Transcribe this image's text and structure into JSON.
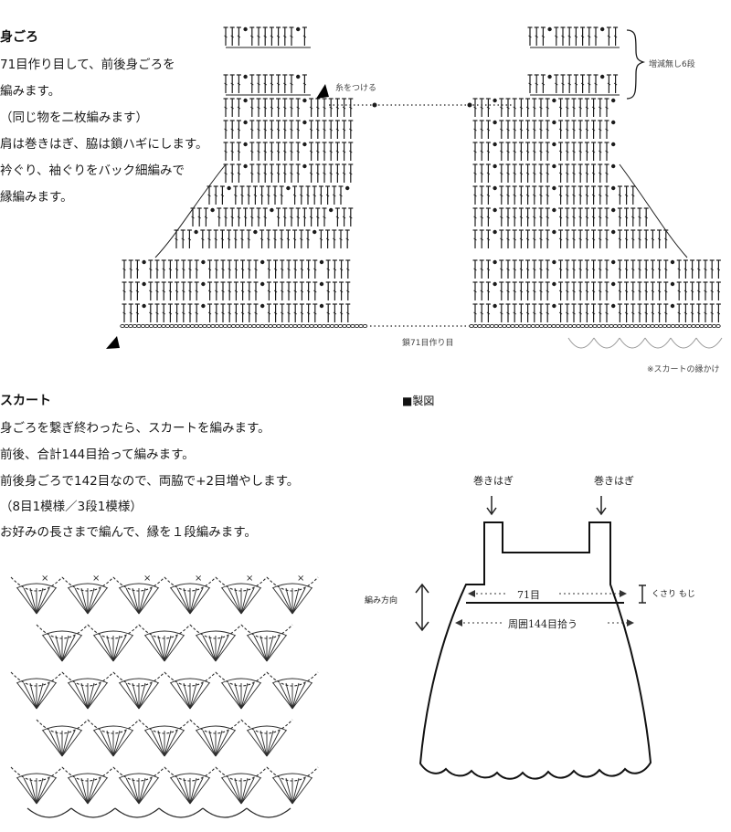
{
  "bodice": {
    "header": "身ごろ",
    "lines": [
      "71目作り目して、前後身ごろを",
      "編みます。",
      "（同じ物を二枚編みます）",
      "肩は巻きはぎ、脇は鎖ハギにします。",
      "衿ぐり、袖ぐりをバック細編みで",
      "縁編みます。"
    ],
    "strap_note": "増減無し6段",
    "yarn_note": "糸をつける",
    "chain_note": "鎖71目作り目",
    "edge_note": "※スカートの縁かけ"
  },
  "skirt": {
    "header": "スカート",
    "lines": [
      "身ごろを繋ぎ終わったら、スカートを編みます。",
      "前後、合計144目拾って編みます。",
      "前後身ごろで142目なので、両脇で+2目増やします。",
      "（8目1模様／3段1模様）",
      "お好みの長さまで編んで、縁を１段編みます。"
    ]
  },
  "schematic": {
    "title": "■製図",
    "left_strap": "巻きはぎ",
    "right_strap": "巻きはぎ",
    "bodice_count": "71目",
    "skirt_count": "周囲144目拾う",
    "direction_label": "編み方向",
    "edge_label": "くさり もじ"
  }
}
